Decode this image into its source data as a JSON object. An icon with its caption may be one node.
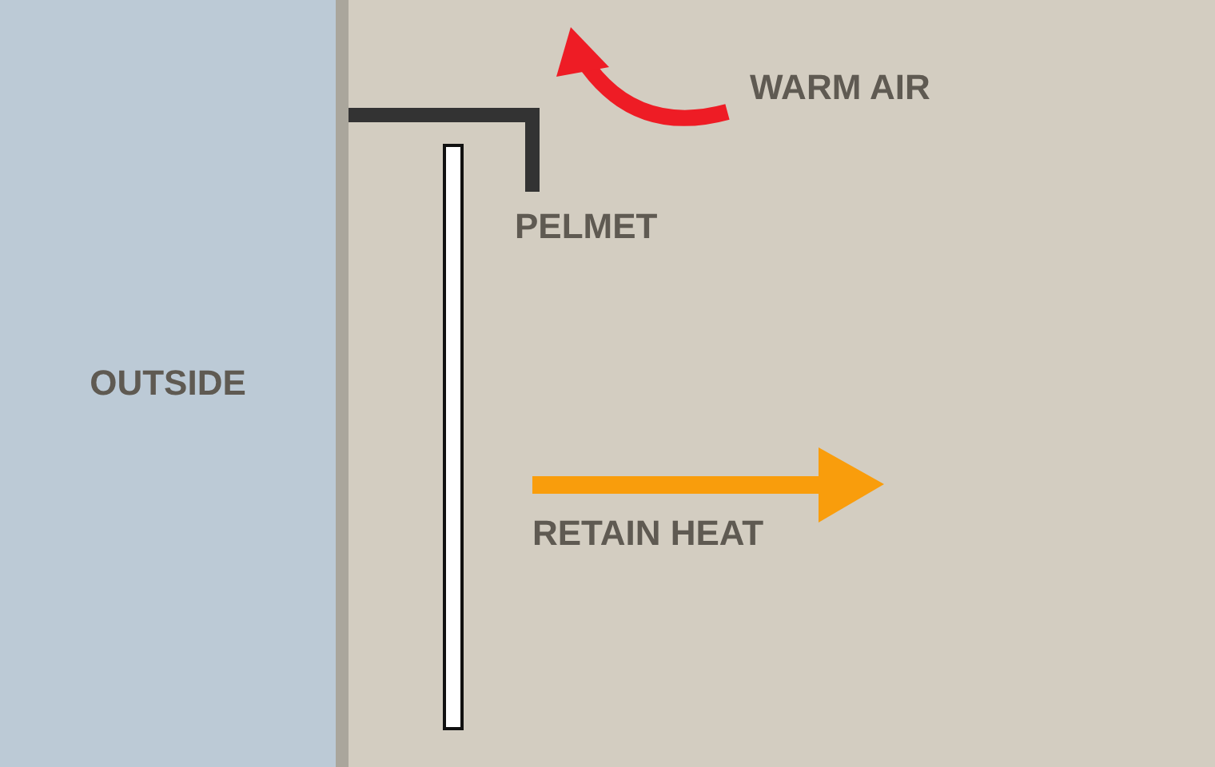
{
  "diagram": {
    "nodes": [
      {
        "text": [
          "OUTSIDE"
        ]
      }
    ],
    "labels": [
      "WARM AIR",
      "PELMET",
      "RETAIN HEAT"
    ]
  }
}
